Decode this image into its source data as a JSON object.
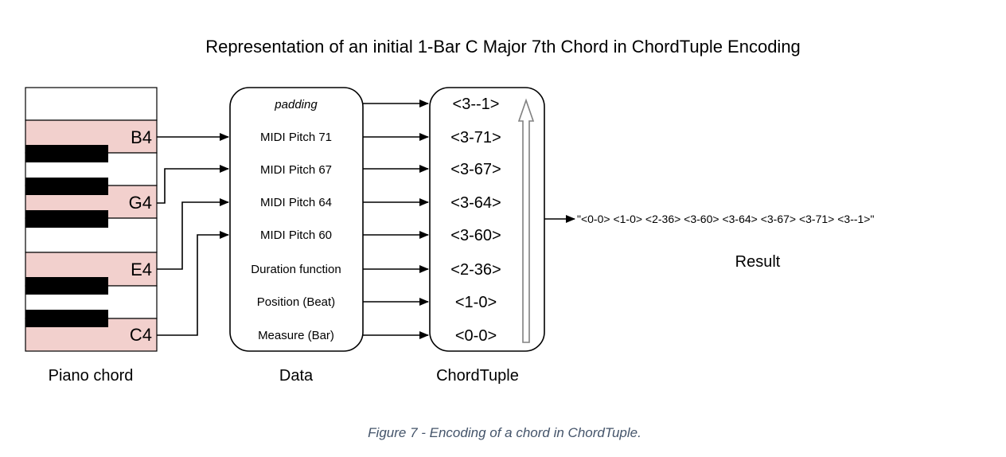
{
  "title": "Representation of an initial 1-Bar C Major 7th Chord in ChordTuple Encoding",
  "piano": {
    "label": "Piano chord",
    "keys": [
      "B4",
      "G4",
      "E4",
      "C4"
    ],
    "highlight_color": "#f2d0cd"
  },
  "data_box": {
    "label": "Data",
    "rows": [
      "padding",
      "MIDI Pitch 71",
      "MIDI Pitch 67",
      "MIDI Pitch 64",
      "MIDI Pitch 60",
      "Duration function",
      "Position (Beat)",
      "Measure (Bar)"
    ]
  },
  "tuple_box": {
    "label": "ChordTuple",
    "rows": [
      "<3--1>",
      "<3-71>",
      "<3-67>",
      "<3-64>",
      "<3-60>",
      "<2-36>",
      "<1-0>",
      "<0-0>"
    ]
  },
  "result": {
    "string": "\"<0-0> <1-0> <2-36> <3-60> <3-64> <3-67> <3-71> <3--1>\"",
    "label": "Result"
  },
  "caption": "Figure 7 - Encoding of a chord in ChordTuple."
}
